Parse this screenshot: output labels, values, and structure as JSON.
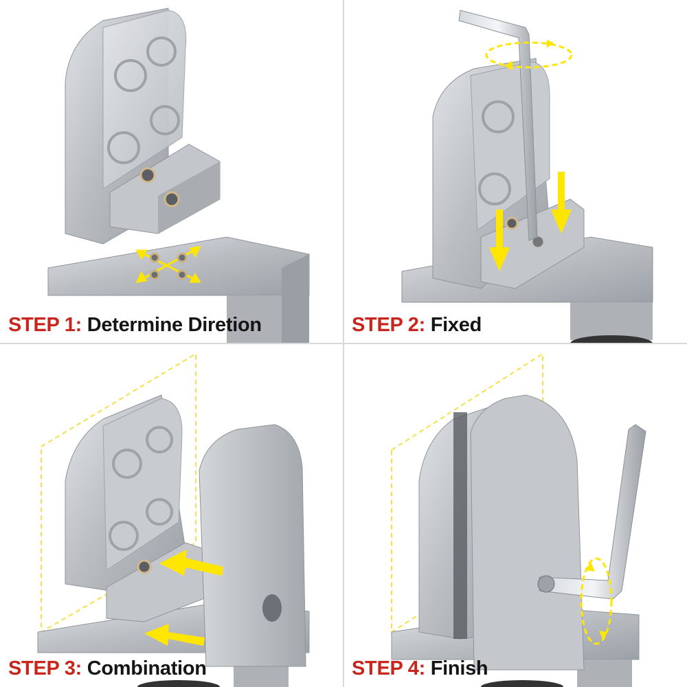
{
  "colors": {
    "step_red": "#c8261c",
    "text_dark": "#151515",
    "arrow_yellow": "#ffe600",
    "guide_yellow": "#f5e04a",
    "aluminum": "#b8bcc2",
    "aluminum_dark": "#8f949a",
    "aluminum_light": "#d9dcdf"
  },
  "steps": [
    {
      "label": "STEP 1:",
      "text": "Determine Diretion"
    },
    {
      "label": "STEP 2:",
      "text": "Fixed"
    },
    {
      "label": "STEP 3:",
      "text": "Combination"
    },
    {
      "label": "STEP 4:",
      "text": "Finish"
    }
  ],
  "icons": {
    "step1": [
      "four-way-arrow-icon"
    ],
    "step2": [
      "hex-key-icon",
      "rotation-arrow-icon",
      "down-arrow-icon"
    ],
    "step3": [
      "left-arrow-icon",
      "glass-panel-guide-icon"
    ],
    "step4": [
      "hex-key-icon",
      "rotation-arrow-icon",
      "glass-panel-guide-icon"
    ]
  }
}
